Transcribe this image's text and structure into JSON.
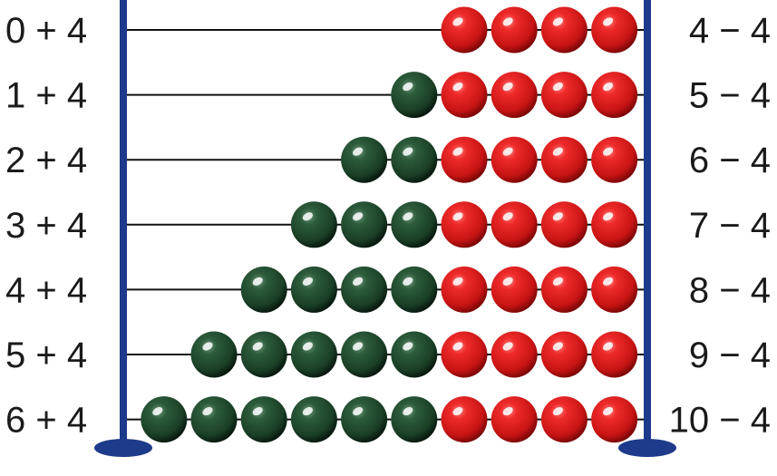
{
  "colors": {
    "frame": "#1e3a8a",
    "rod": "#111111",
    "bead_green": "#1f4a2e",
    "bead_red": "#d81c1c",
    "background": "#ffffff"
  },
  "rows": [
    {
      "left": "0 + 4",
      "right": "4 − 4",
      "green_beads": 0,
      "red_beads": 4
    },
    {
      "left": "1 + 4",
      "right": "5 − 4",
      "green_beads": 1,
      "red_beads": 4
    },
    {
      "left": "2 + 4",
      "right": "6 − 4",
      "green_beads": 2,
      "red_beads": 4
    },
    {
      "left": "3 + 4",
      "right": "7 − 4",
      "green_beads": 3,
      "red_beads": 4
    },
    {
      "left": "4 + 4",
      "right": "8 − 4",
      "green_beads": 4,
      "red_beads": 4
    },
    {
      "left": "5 + 4",
      "right": "9 − 4",
      "green_beads": 5,
      "red_beads": 4
    },
    {
      "left": "6 + 4",
      "right": "10 − 4",
      "green_beads": 6,
      "red_beads": 4
    }
  ]
}
